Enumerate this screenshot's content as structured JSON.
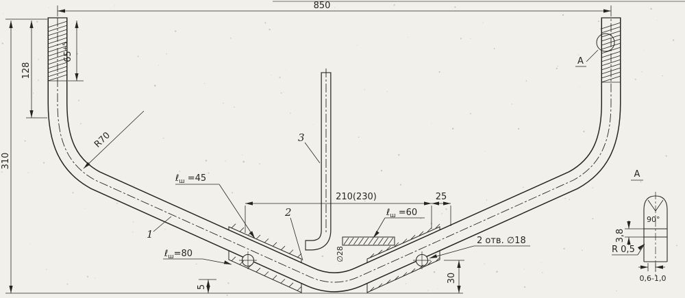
{
  "colors": {
    "paper": "#f2f0ea",
    "ink": "#26261f"
  },
  "dims": {
    "top_width": "850",
    "overall_height": "310",
    "upper_left": "128",
    "thread_main": "65",
    "thread_tol": "+5",
    "bend_radius": "R70",
    "plate_length": "210(230)",
    "offset_right": "25",
    "bottom_right": "30",
    "bottom_left": "5",
    "tube_dia": "∅28"
  },
  "weld_labels": {
    "w45": {
      "sym": "ℓ",
      "sub": "ш",
      "val": " =45"
    },
    "w60": {
      "sym": "ℓ",
      "sub": "ш",
      "val": " =60"
    },
    "w80": {
      "sym": "ℓ",
      "sub": "ш",
      "val": "=80"
    }
  },
  "notes": {
    "holes": "2 отв. ∅18"
  },
  "part_labels": {
    "p1": "1",
    "p2": "2",
    "p3": "3"
  },
  "detail_a": {
    "callout": "A",
    "title": "A",
    "angle": "90°",
    "wall": "3,8",
    "radius": "R 0,5",
    "chamfer": "0,6-1,0"
  }
}
